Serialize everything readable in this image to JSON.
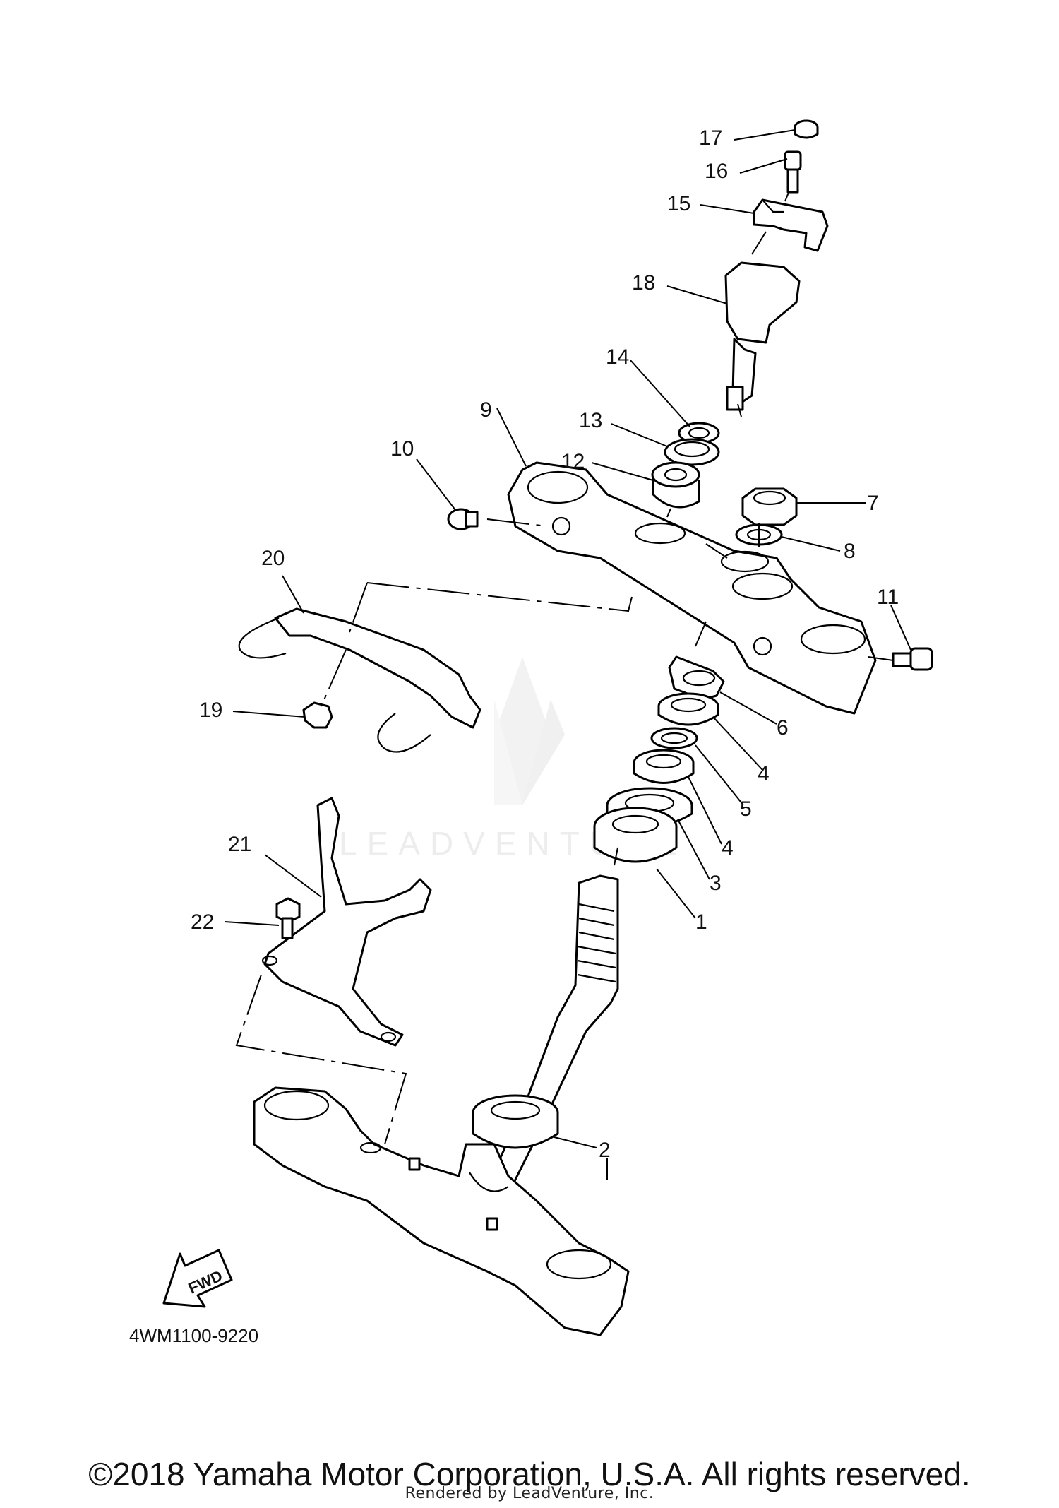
{
  "diagram": {
    "code": "4WM1100-9220",
    "fwd_label": "FWD",
    "watermark": "LEADVENTURE",
    "callouts": [
      {
        "id": "c1",
        "label": "1"
      },
      {
        "id": "c2",
        "label": "2"
      },
      {
        "id": "c3",
        "label": "3"
      },
      {
        "id": "c4a",
        "label": "4"
      },
      {
        "id": "c4b",
        "label": "4"
      },
      {
        "id": "c5",
        "label": "5"
      },
      {
        "id": "c6",
        "label": "6"
      },
      {
        "id": "c7",
        "label": "7"
      },
      {
        "id": "c8",
        "label": "8"
      },
      {
        "id": "c9",
        "label": "9"
      },
      {
        "id": "c10",
        "label": "10"
      },
      {
        "id": "c11",
        "label": "11"
      },
      {
        "id": "c12",
        "label": "12"
      },
      {
        "id": "c13",
        "label": "13"
      },
      {
        "id": "c14",
        "label": "14"
      },
      {
        "id": "c15",
        "label": "15"
      },
      {
        "id": "c16",
        "label": "16"
      },
      {
        "id": "c17",
        "label": "17"
      },
      {
        "id": "c18",
        "label": "18"
      },
      {
        "id": "c19",
        "label": "19"
      },
      {
        "id": "c20",
        "label": "20"
      },
      {
        "id": "c21",
        "label": "21"
      },
      {
        "id": "c22",
        "label": "22"
      }
    ]
  },
  "footer": {
    "copyright": "©2018 Yamaha Motor Corporation, U.S.A. All rights reserved.",
    "rendered_by": "Rendered by LeadVenture, Inc."
  }
}
